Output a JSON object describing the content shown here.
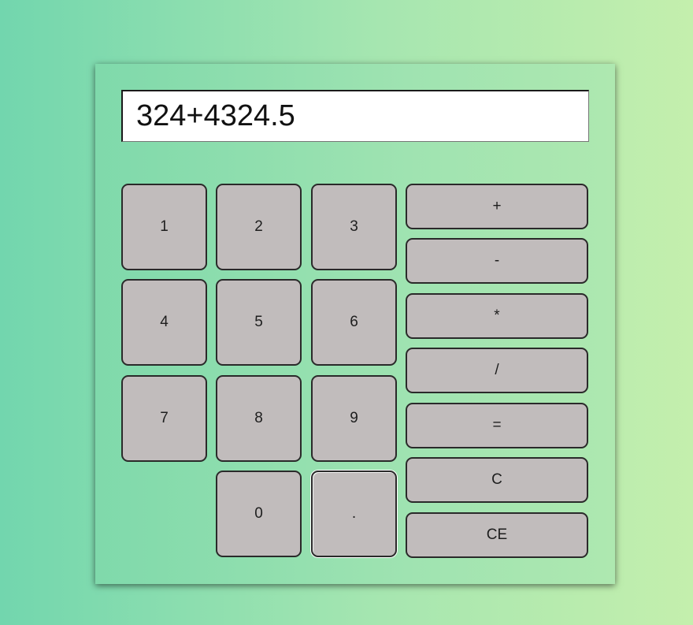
{
  "display": {
    "value": "324+4324.5"
  },
  "digits": {
    "d1": "1",
    "d2": "2",
    "d3": "3",
    "d4": "4",
    "d5": "5",
    "d6": "6",
    "d7": "7",
    "d8": "8",
    "d9": "9",
    "d0": "0",
    "dot": "."
  },
  "operators": {
    "add": "+",
    "subtract": "-",
    "multiply": "*",
    "divide": "/",
    "equals": "=",
    "clear": "C",
    "clear_entry": "CE"
  },
  "colors": {
    "background_left": "#72d6ae",
    "background_right": "#c4efad",
    "button_fill": "#c1bcbc",
    "display_fill": "#ffffff"
  }
}
